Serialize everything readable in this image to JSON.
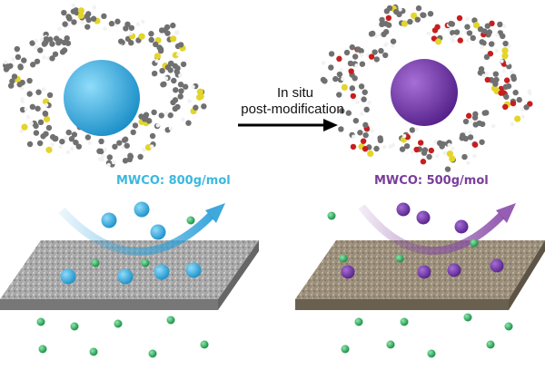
{
  "process": {
    "line1": "In situ",
    "line2": "post-modification"
  },
  "before": {
    "mwco_label": "MWCO: 800g/mol",
    "solute_color": "#2aa7dd",
    "label_color": "#3bb8e0"
  },
  "after": {
    "mwco_label": "MWCO: 500g/mol",
    "solute_color": "#6a2e9c",
    "label_color": "#7a3d9a"
  },
  "colors": {
    "carbon": "#707070",
    "hydrogen": "#f2f2f2",
    "sulfur": "#e3d52a",
    "oxygen": "#c81e1e",
    "small_molecule": "#22a45a"
  }
}
